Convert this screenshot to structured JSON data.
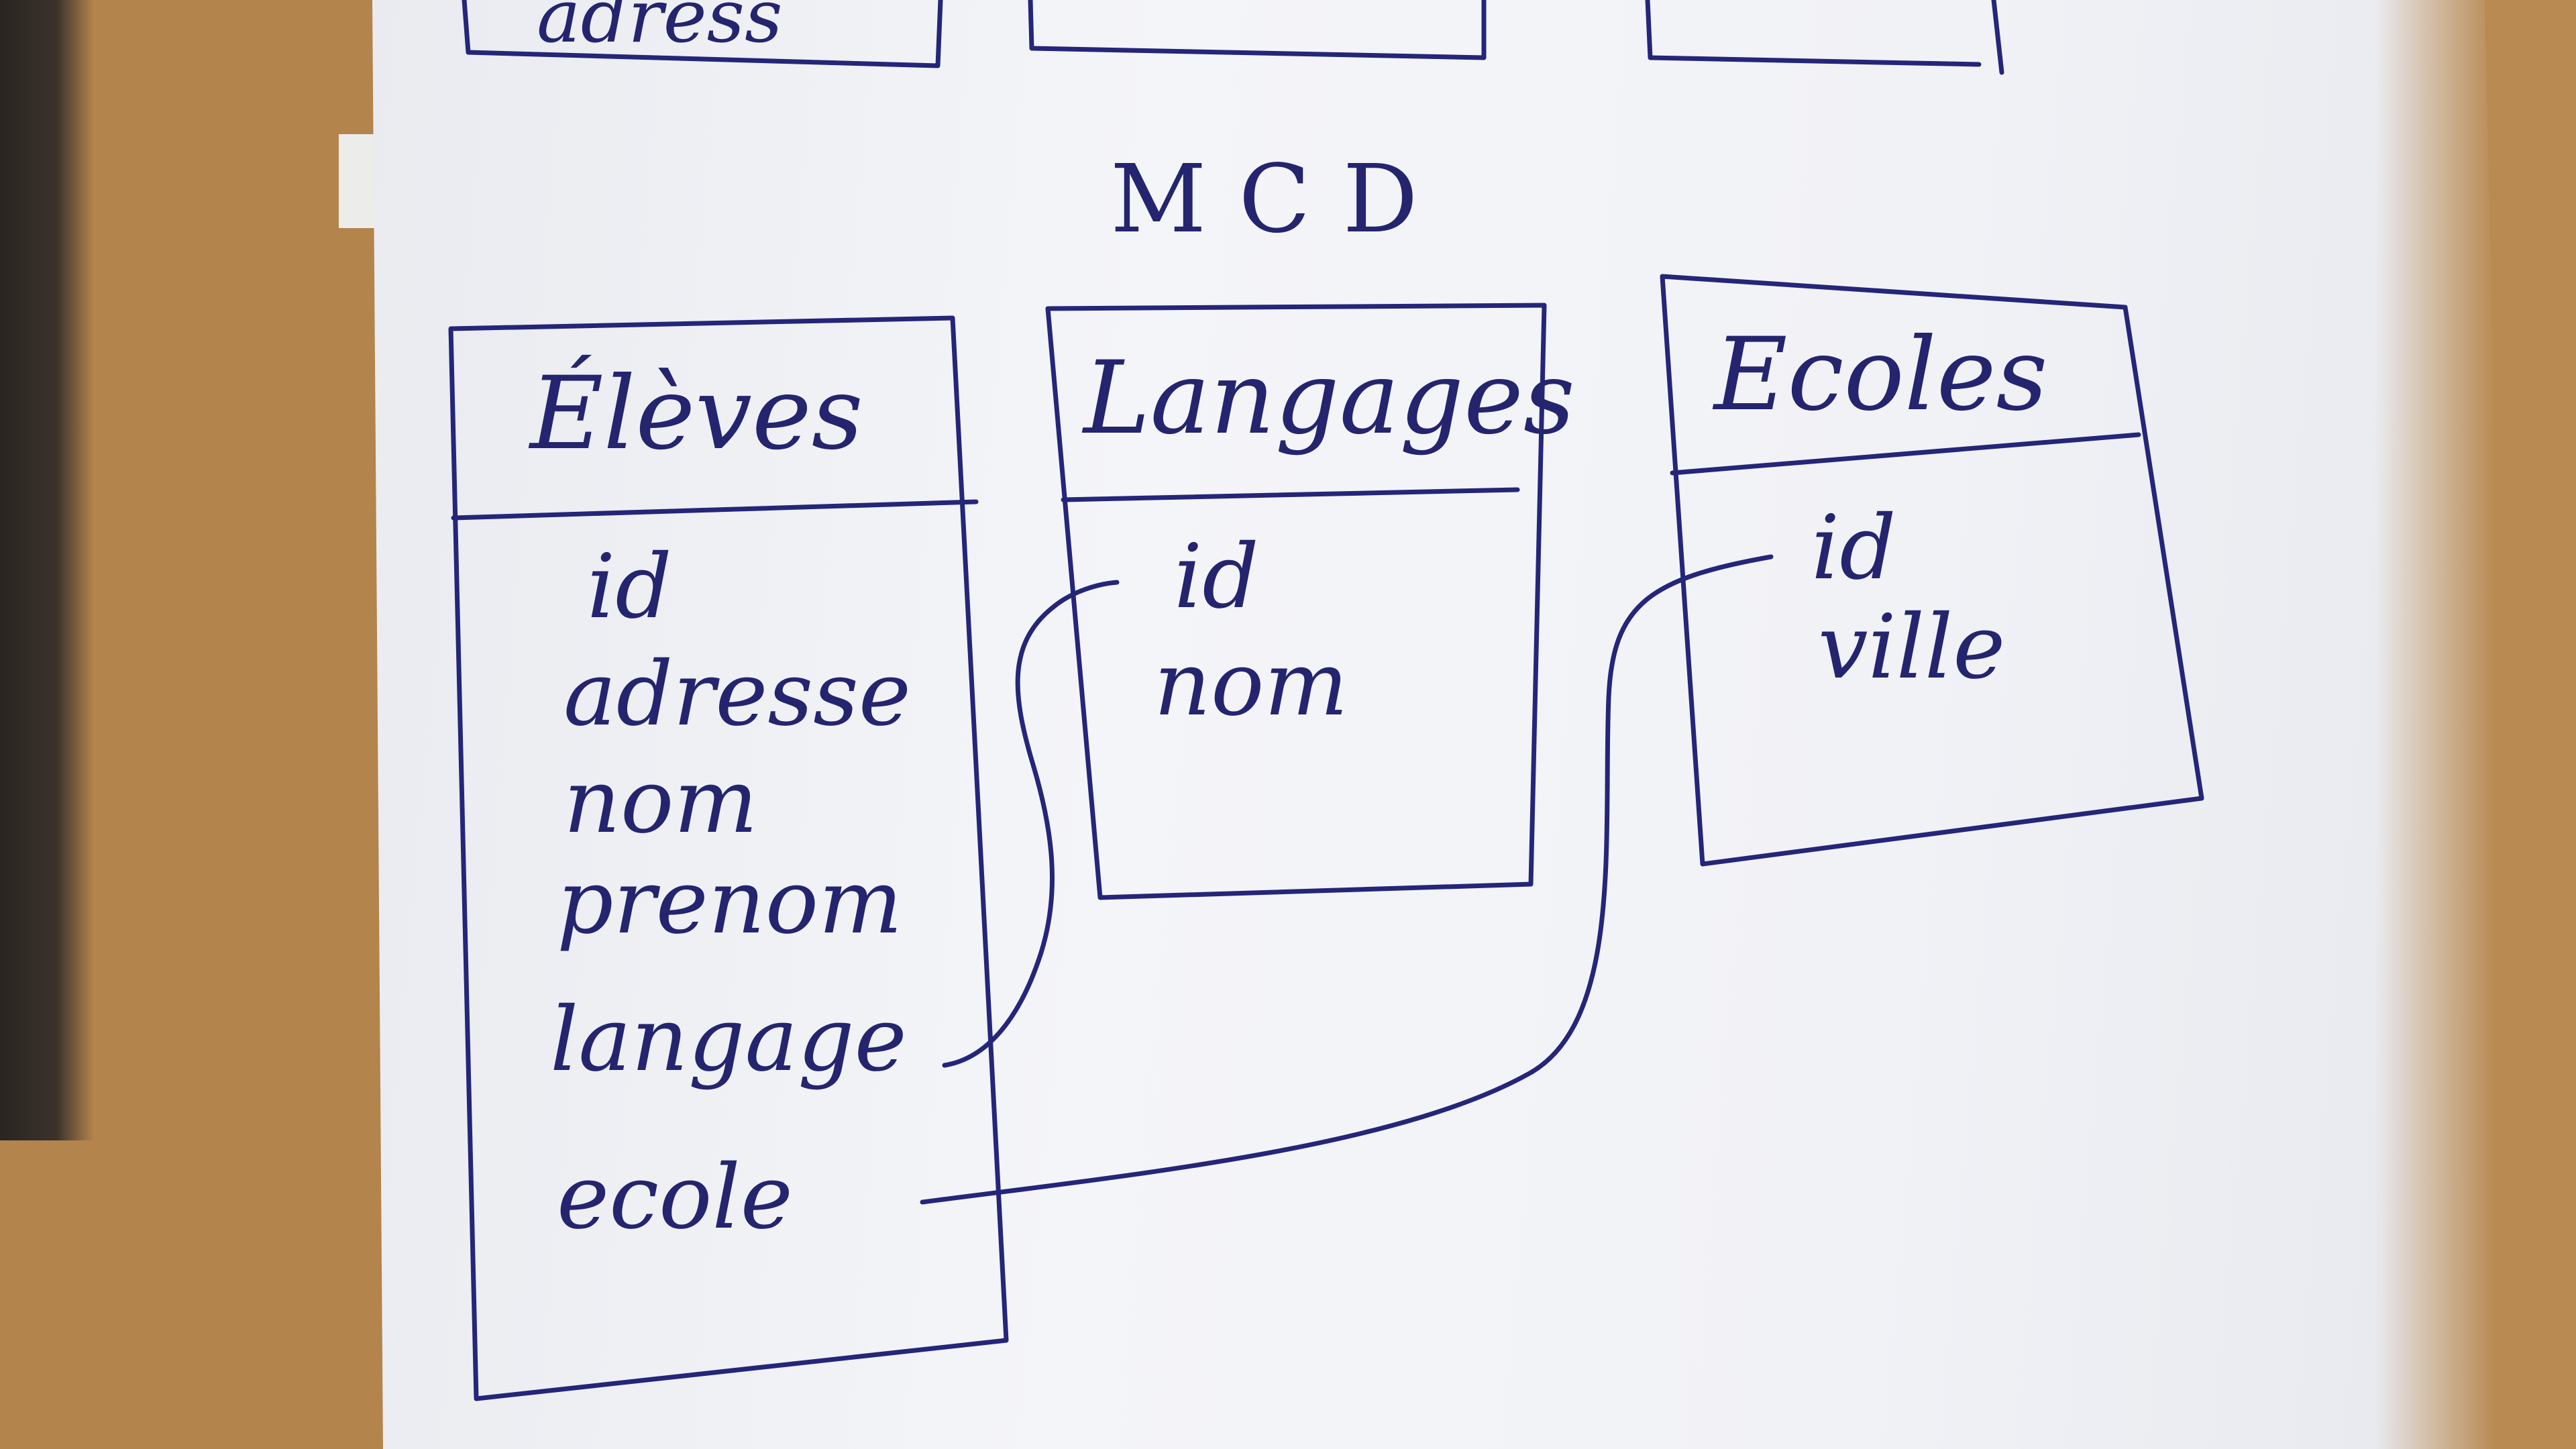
{
  "diagram": {
    "title": "MCD",
    "cut_off_text": "adress",
    "entities": [
      {
        "name": "Élèves",
        "fields": [
          "id",
          "adresse",
          "nom",
          "prenom",
          "langage",
          "ecole"
        ]
      },
      {
        "name": "Langages",
        "fields": [
          "id",
          "nom"
        ]
      },
      {
        "name": "Ecoles",
        "fields": [
          "id",
          "ville"
        ]
      }
    ],
    "relations": [
      {
        "from": "Élèves.langage",
        "to": "Langages.id"
      },
      {
        "from": "Élèves.ecole",
        "to": "Ecoles.id"
      }
    ],
    "ink_color": "#25257a",
    "paper_color": "#f2f3f6",
    "desk_color": "#b3844c"
  }
}
